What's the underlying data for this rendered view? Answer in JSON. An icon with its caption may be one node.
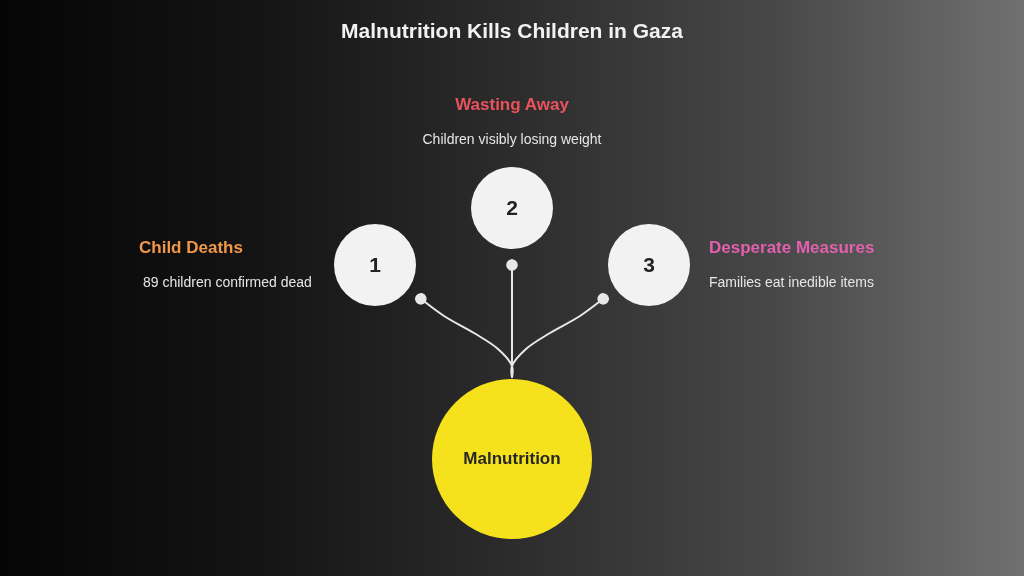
{
  "diagram": {
    "title": "Malnutrition Kills Children in Gaza",
    "nodes": [
      {
        "text": [
          "1"
        ],
        "beside": [
          "Child Deaths",
          "89 children confirmed dead"
        ]
      },
      {
        "text": [
          "2"
        ],
        "beside": [
          "Wasting Away",
          "Children visibly losing weight"
        ]
      },
      {
        "text": [
          "3"
        ],
        "beside": [
          "Desperate Measures",
          "Families eat inedible items"
        ]
      },
      {
        "text": [
          "Malnutrition"
        ]
      }
    ],
    "edges": [
      {
        "from": 3,
        "to": 0,
        "arrow": "other"
      },
      {
        "from": 3,
        "to": 1,
        "arrow": "other"
      },
      {
        "from": 3,
        "to": 2,
        "arrow": "other"
      }
    ]
  }
}
